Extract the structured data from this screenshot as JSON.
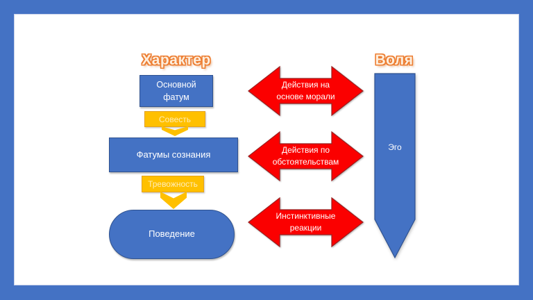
{
  "titles": {
    "character": "Характер",
    "will": "Воля"
  },
  "nodes": {
    "main_fatum": "Основной фатум",
    "conscience": "Совесть",
    "consciousness_fatums": "Фатумы сознания",
    "anxiety": "Тревожность",
    "behavior": "Поведение",
    "ego": "Эго"
  },
  "arrows": [
    {
      "label": "Действия на основе морали"
    },
    {
      "label": "Действия по обстоятельствам"
    },
    {
      "label": "Инстинктивные реакции"
    }
  ],
  "colors": {
    "frame_blue": "#4472C4",
    "shape_blue": "#4472C4",
    "shape_blue_border": "#2F528F",
    "accent_yellow": "#FFC000",
    "accent_yellow_border": "#E3A220",
    "arrow_red": "#FB0000",
    "arrow_red_border": "#9C2020",
    "title_orange": "#ED7D31",
    "yellow_box_text": "#FFEDB8",
    "text_white": "#FFFFFF"
  }
}
